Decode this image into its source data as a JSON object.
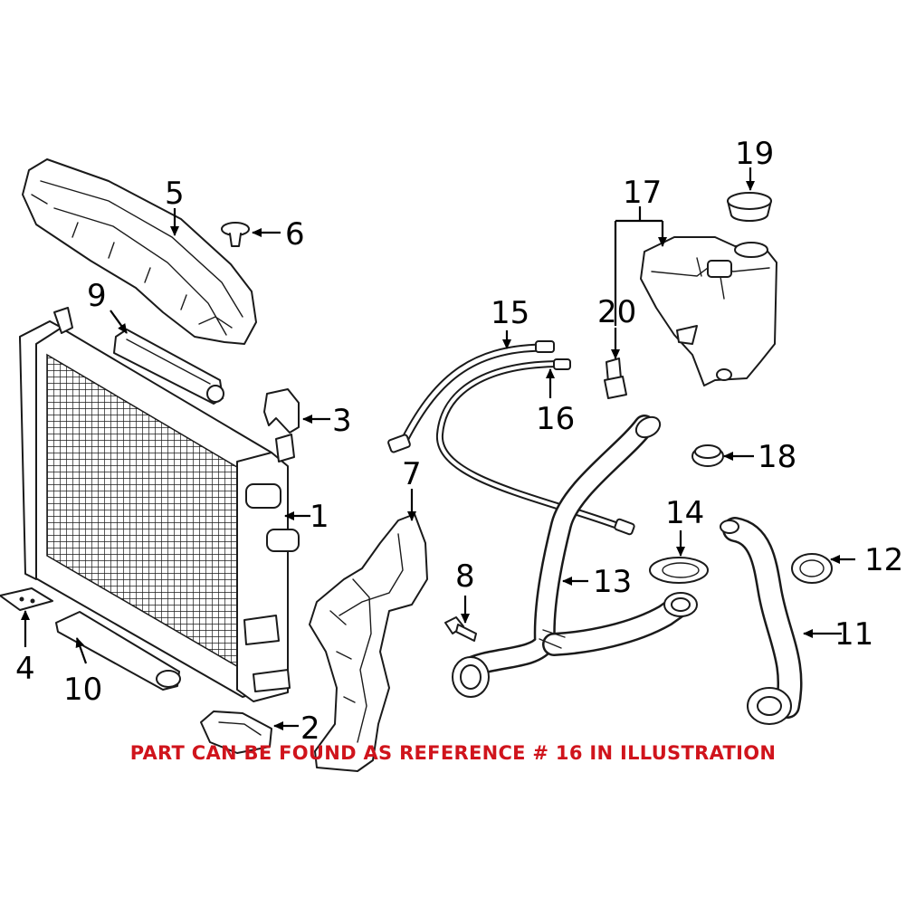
{
  "colors": {
    "line": "#1a1a1a",
    "background": "#ffffff",
    "note": "#d0141c"
  },
  "callouts": [
    "1",
    "2",
    "3",
    "4",
    "5",
    "6",
    "7",
    "8",
    "9",
    "10",
    "11",
    "12",
    "13",
    "14",
    "15",
    "16",
    "17",
    "18",
    "19",
    "20"
  ],
  "note": "PART CAN BE FOUND AS REFERENCE # 16 IN ILLUSTRATION"
}
